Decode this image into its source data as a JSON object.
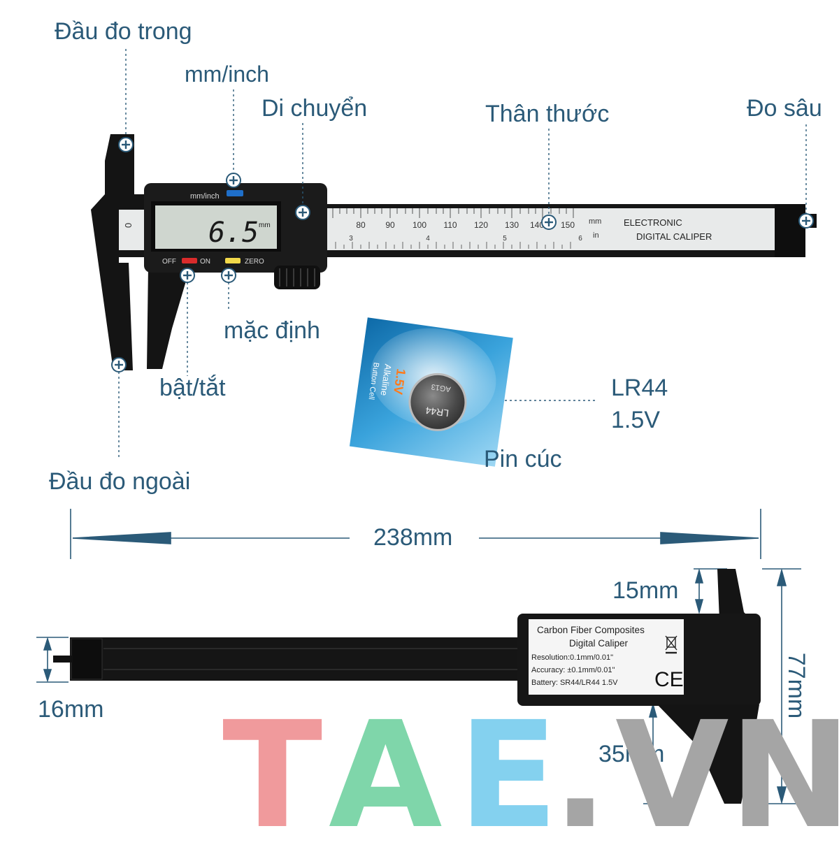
{
  "labels": {
    "inside_jaw": "Đầu đo trong",
    "unit_button": "mm/inch",
    "thumb_roller": "Di chuyển",
    "main_beam": "Thân thước",
    "depth_rod": "Đo sâu",
    "zero_button": "mặc định",
    "power_button": "bật/tắt",
    "outside_jaw": "Đầu đo ngoài",
    "battery_name": "Pin cúc",
    "battery_model": "LR44",
    "battery_voltage": "1.5V"
  },
  "caliper": {
    "display_reading": "6.5",
    "display_unit": "mm",
    "mode_label": "mm/inch",
    "off_label": "OFF",
    "on_label": "ON",
    "zero_label": "ZERO",
    "beam_title_1": "ELECTRONIC",
    "beam_title_2": "DIGITAL CALIPER",
    "scale_mm_unit": "mm",
    "scale_in_unit": "in",
    "scale_zero": "0",
    "scale_mm": [
      "80",
      "90",
      "100",
      "110",
      "120",
      "130",
      "140",
      "150"
    ],
    "scale_in": [
      "3",
      "4",
      "5",
      "6"
    ]
  },
  "battery": {
    "cell_label": "LR44",
    "cell_sub": "AG13",
    "pack_label_1": "Alkaline",
    "pack_label_2": "Button Cell",
    "pack_voltage": "1.5V"
  },
  "dimensions": {
    "total_length": "238mm",
    "height": "77mm",
    "upper_jaw": "15mm",
    "lower_jaw": "35mm",
    "beam_thickness": "16mm"
  },
  "back_label": {
    "line1": "Carbon Fiber Composites",
    "line2": "Digital Caliper",
    "line3": "Resolution:0.1mm/0.01\"",
    "line4": "Accuracy: ±0.1mm/0.01\"",
    "line5": "Battery: SR44/LR44 1.5V",
    "ce_mark": "CE"
  },
  "watermark": {
    "t": "T",
    "a": "A",
    "e": "E",
    "dot": ".",
    "vn": "VN",
    "colors": {
      "t": "#f09a9c",
      "a": "#7fd6aa",
      "e": "#84d1ef",
      "dot": "#a5a5a5",
      "vn": "#a5a5a5"
    }
  },
  "colors": {
    "label_text": "#2b5a78",
    "caliper_body": "#161616",
    "lcd": "#cfd6cf",
    "button_blue": "#1f6fc9",
    "button_red": "#d92b2b",
    "button_yellow": "#f2d94a"
  }
}
